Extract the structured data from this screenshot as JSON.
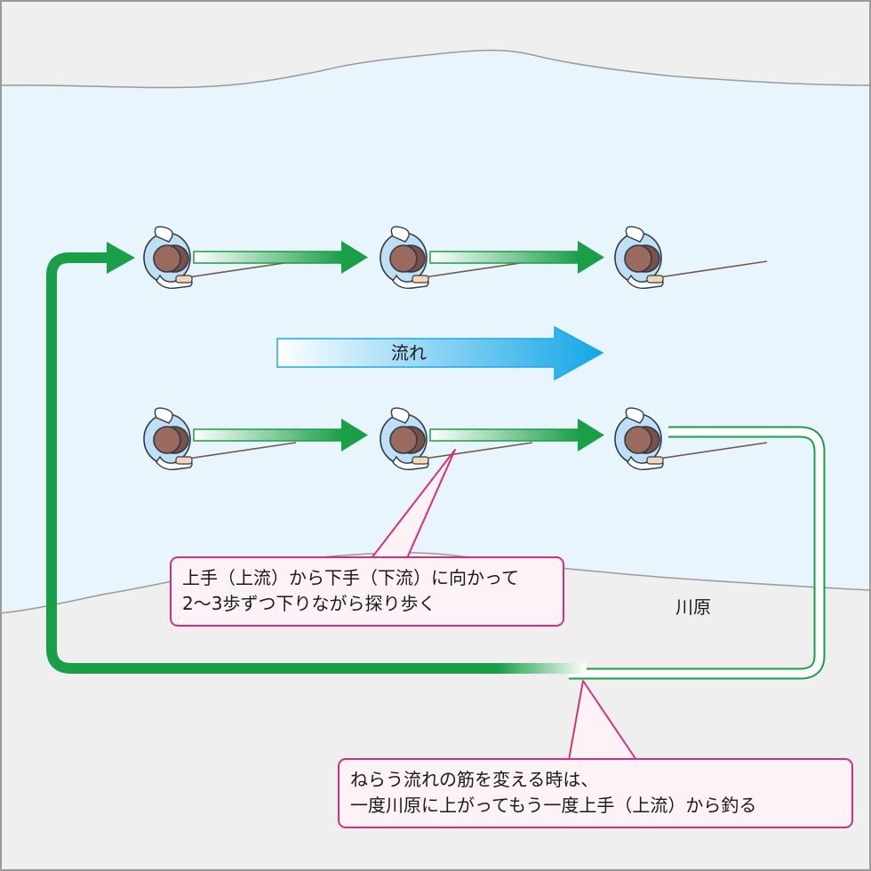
{
  "labels": {
    "flow": "流れ",
    "riverbank": "川原"
  },
  "callouts": {
    "walk_downstream": {
      "line1": "上手（上流）から下手（下流）に向かって",
      "line2": "2〜3歩ずつ下りながら探り歩く"
    },
    "change_line": {
      "line1": "ねらう流れの筋を変える時は、",
      "line2": "一度川原に上がってもう一度上手（上流）から釣る"
    }
  },
  "colors": {
    "water": "#e8f5fc",
    "bank": "#efefef",
    "bank_edge": "#9a9a9a",
    "arrow_green": "#1a9e48",
    "flow_blue": "#1ea8e6",
    "callout_border": "#d6307a",
    "callout_fill": "#fdf2f6"
  }
}
